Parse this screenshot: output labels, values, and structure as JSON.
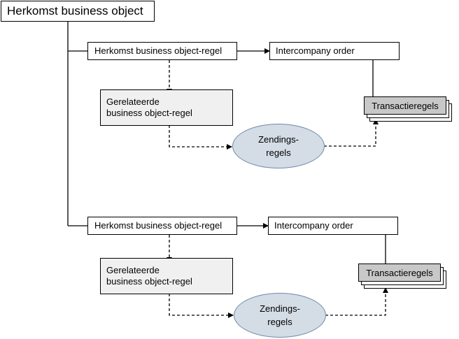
{
  "root_title": "Herkomst business object",
  "groups": [
    {
      "source_line": "Herkomst business object-regel",
      "intercompany_order": "Intercompany order",
      "related_line_1": "Gerelateerde",
      "related_line_2": "business object-regel",
      "shipment_line_1": "Zendings-",
      "shipment_line_2": "regels",
      "transaction_lines": "Transactieregels"
    },
    {
      "source_line": "Herkomst business object-regel",
      "intercompany_order": "Intercompany order",
      "related_line_1": "Gerelateerde",
      "related_line_2": "business object-regel",
      "shipment_line_1": "Zendings-",
      "shipment_line_2": "regels",
      "transaction_lines": "Transactieregels"
    }
  ],
  "colors": {
    "ellipse_fill": "#d4dce6",
    "ellipse_border": "#6f8aa8",
    "related_fill": "#f0f0f0",
    "transaction_fill": "#c8c8c8"
  }
}
